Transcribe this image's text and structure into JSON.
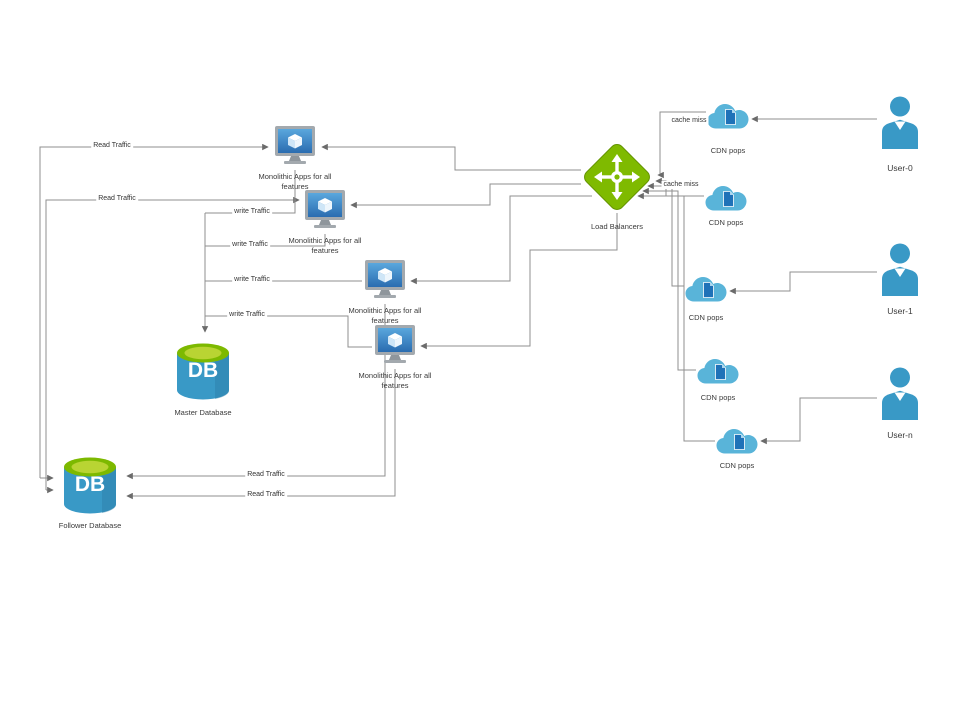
{
  "diagram": {
    "apps": [
      {
        "label": "Monolithic Apps for all features"
      },
      {
        "label": "Monolithic Apps for all features"
      },
      {
        "label": "Monolithic Apps for all features"
      },
      {
        "label": "Monolithic Apps for all features"
      }
    ],
    "load_balancer": {
      "label": "Load Balancers"
    },
    "cdn_pops": [
      {
        "label": "CDN pops"
      },
      {
        "label": "CDN pops"
      },
      {
        "label": "CDN pops"
      },
      {
        "label": "CDN pops"
      },
      {
        "label": "CDN pops"
      }
    ],
    "users": [
      {
        "label": "User-0"
      },
      {
        "label": "User-1"
      },
      {
        "label": "User-n"
      }
    ],
    "databases": {
      "master": {
        "label": "Master Database",
        "text": "DB"
      },
      "follower": {
        "label": "Follower Database",
        "text": "DB"
      }
    },
    "edge_labels": {
      "read_top_1": "Read Traffic",
      "read_top_2": "Read Traffic",
      "write_1": "write Traffic",
      "write_2": "write Traffic",
      "write_3": "write Traffic",
      "write_4": "write Traffic",
      "read_bottom_1": "Read Traffic",
      "read_bottom_2": "Read Traffic",
      "cache_miss_1": "cache miss",
      "cache_miss_2": "cache miss"
    },
    "colors": {
      "azure_blue": "#3999C6",
      "light_blue": "#59B4D9",
      "green": "#7FBA00",
      "lime": "#B9D433",
      "gray": "#A3A9AE",
      "line": "#8F8F8F"
    }
  }
}
